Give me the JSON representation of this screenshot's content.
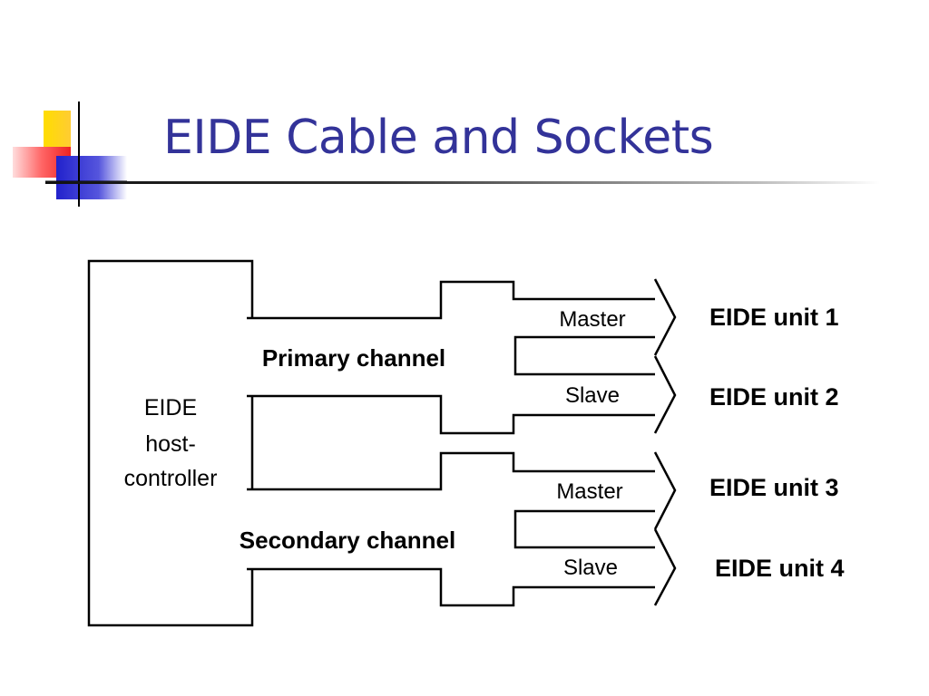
{
  "slide": {
    "title": "EIDE Cable and Sockets"
  },
  "colors": {
    "title": "#333399",
    "logo_yellow": "#ffcc00",
    "logo_red": "#ff3333",
    "logo_blue": "#3333cc",
    "line": "#000000"
  },
  "diagram": {
    "host_label_lines": [
      "EIDE",
      "host-",
      "controller"
    ],
    "channels": [
      {
        "name": "Primary channel",
        "master_label": "Master",
        "slave_label": "Slave"
      },
      {
        "name": "Secondary channel",
        "master_label": "Master",
        "slave_label": "Slave"
      }
    ],
    "units": [
      "EIDE unit 1",
      "EIDE unit 2",
      "EIDE unit 3",
      "EIDE unit 4"
    ]
  }
}
